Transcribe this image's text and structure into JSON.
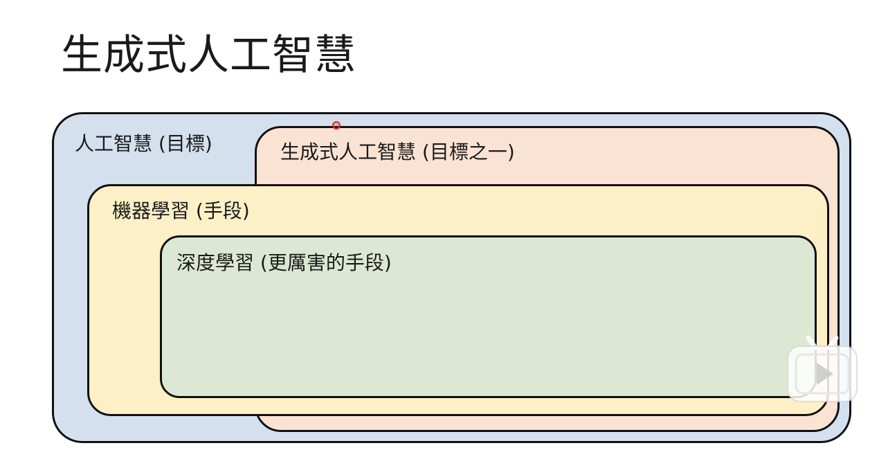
{
  "title": "生成式人工智慧",
  "diagram": {
    "ai": {
      "label": "人工智慧 (目標)",
      "color": "#d5e0ef"
    },
    "generative_ai": {
      "label": "生成式人工智慧 (目標之一)",
      "color": "#fbe3d3"
    },
    "machine_learning": {
      "label": "機器學習 (手段)",
      "color": "#fdf0c6"
    },
    "deep_learning": {
      "label": "深度學習 (更厲害的手段)",
      "color": "#dde8d4"
    }
  },
  "icons": {
    "cursor": "pointer-dot-icon",
    "overlay": "play-icon"
  }
}
